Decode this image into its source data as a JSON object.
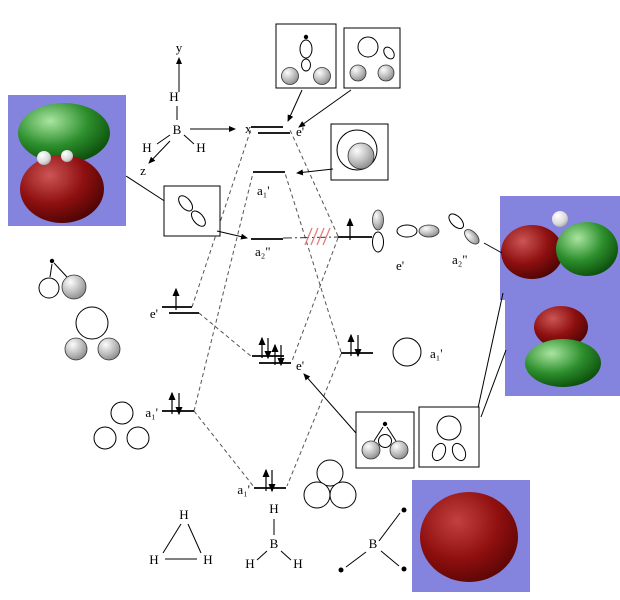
{
  "colors": {
    "panel_background": "#8484de",
    "orbital_red": "#8f1010",
    "orbital_green": "#2d8f2d",
    "hatch_red": "#e07f7f"
  },
  "axes": {
    "x": "x",
    "y": "y",
    "z": "z"
  },
  "coordinate_molecule": {
    "boron": "B",
    "hydrogen_top": "H",
    "hydrogen_left": "H",
    "hydrogen_right": "H"
  },
  "energy_levels": {
    "center_e_antibonding": "e'",
    "center_a1_antibonding": "a₁'",
    "center_a2_nonbonding": "a₂\"",
    "boron_2p_e": "e'",
    "boron_2p_a2": "a₂\"",
    "h3_e": "e'",
    "h3_a1": "a₁'",
    "center_e_bonding": "e'",
    "boron_2s_a1": "a₁'",
    "center_a1_bonding": "a₁'"
  },
  "fragment_structures": {
    "h3_triangle": {
      "h_top": "H",
      "h_left": "H",
      "h_right": "H"
    },
    "bh3": {
      "boron": "B",
      "h_top": "H",
      "h_left": "H",
      "h_right": "H"
    },
    "boron_atom": {
      "boron": "B"
    }
  }
}
